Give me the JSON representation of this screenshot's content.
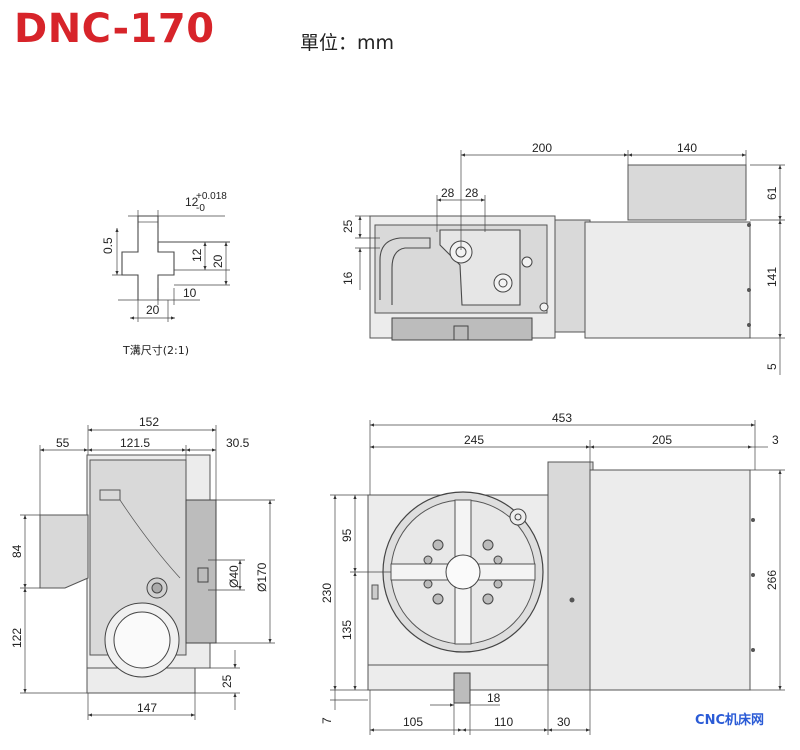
{
  "header": {
    "model": "DNC-170",
    "unit": "單位：mm"
  },
  "slot_detail": {
    "caption": "T溝尺寸(2:1)",
    "dim_width": "12",
    "tol_upper": "+0.018",
    "tol_lower": "-0",
    "dim_05": "0.5",
    "dim_12": "12",
    "dim_20_v": "20",
    "dim_10": "10",
    "dim_20_h": "20"
  },
  "side_view": {
    "dim_200": "200",
    "dim_140": "140",
    "dim_28a": "28",
    "dim_28b": "28",
    "dim_25": "25",
    "dim_16": "16",
    "dim_61": "61",
    "dim_141": "141",
    "dim_5": "5"
  },
  "front_view": {
    "dim_152": "152",
    "dim_55": "55",
    "dim_1215": "121.5",
    "dim_305": "30.5",
    "dim_84": "84",
    "dim_122": "122",
    "dim_40": "Ø40",
    "dim_170": "Ø170",
    "dim_25": "25",
    "dim_147": "147"
  },
  "top_view": {
    "dim_453": "453",
    "dim_245": "245",
    "dim_205": "205",
    "dim_3": "3",
    "dim_230": "230",
    "dim_95": "95",
    "dim_135": "135",
    "dim_266": "266",
    "dim_18": "18",
    "dim_7": "7",
    "dim_105": "105",
    "dim_110": "110",
    "dim_30": "30"
  },
  "watermark": "CNC机床网"
}
